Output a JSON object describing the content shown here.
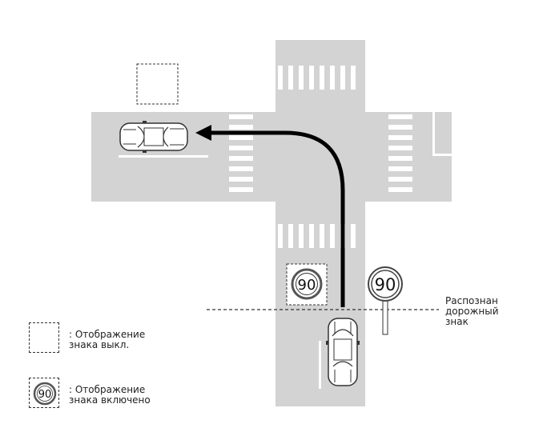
{
  "sign": {
    "speed_value": "90"
  },
  "detected_label": "Распознан\nдорожный\nзнак",
  "legend": {
    "off_text": ": Отображение\nзнака выкл.",
    "on_text": ": Отображение\nзнака включено",
    "on_sign_value": "90"
  },
  "colors": {
    "road": "#d3d3d3",
    "marking": "#ffffff",
    "arrow": "#000000",
    "dash": "#333333"
  }
}
